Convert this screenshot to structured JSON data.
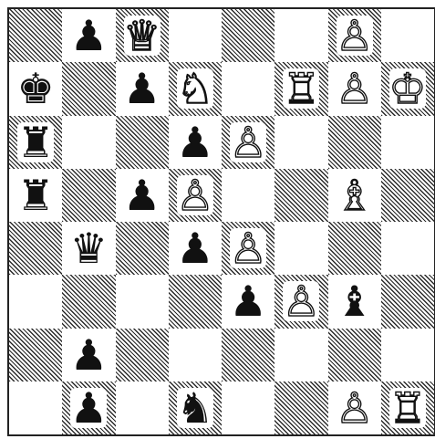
{
  "board": {
    "squares": [
      "dark",
      "light",
      "dark",
      "light",
      "dark",
      "light",
      "dark",
      "light",
      "light",
      "dark",
      "light",
      "dark",
      "light",
      "dark",
      "light",
      "dark",
      "dark",
      "light",
      "dark",
      "light",
      "dark",
      "light",
      "dark",
      "light",
      "light",
      "dark",
      "light",
      "dark",
      "light",
      "dark",
      "light",
      "dark",
      "dark",
      "light",
      "dark",
      "light",
      "dark",
      "light",
      "dark",
      "light",
      "light",
      "dark",
      "light",
      "dark",
      "light",
      "dark",
      "light",
      "dark",
      "dark",
      "light",
      "dark",
      "light",
      "dark",
      "light",
      "dark",
      "light",
      "light",
      "dark",
      "light",
      "dark",
      "light",
      "dark",
      "light",
      "dark"
    ],
    "pieces": [
      {
        "row": 0,
        "col": 1,
        "glyph": "♟",
        "color": "black",
        "name": "black-pawn-icon"
      },
      {
        "row": 0,
        "col": 2,
        "glyph": "♕",
        "color": "white",
        "name": "white-queen-icon"
      },
      {
        "row": 0,
        "col": 6,
        "glyph": "♙",
        "color": "white",
        "name": "white-pawn-icon"
      },
      {
        "row": 1,
        "col": 0,
        "glyph": "♚",
        "color": "black",
        "name": "black-king-icon"
      },
      {
        "row": 1,
        "col": 2,
        "glyph": "♟",
        "color": "black",
        "name": "black-pawn-icon"
      },
      {
        "row": 1,
        "col": 3,
        "glyph": "♘",
        "color": "white",
        "name": "white-knight-icon"
      },
      {
        "row": 1,
        "col": 5,
        "glyph": "♖",
        "color": "white",
        "name": "white-rook-icon"
      },
      {
        "row": 1,
        "col": 6,
        "glyph": "♙",
        "color": "white",
        "name": "white-pawn-icon"
      },
      {
        "row": 1,
        "col": 7,
        "glyph": "♔",
        "color": "white",
        "name": "white-king-icon"
      },
      {
        "row": 2,
        "col": 0,
        "glyph": "♜",
        "color": "black",
        "name": "black-rook-icon"
      },
      {
        "row": 2,
        "col": 3,
        "glyph": "♟",
        "color": "black",
        "name": "black-pawn-icon"
      },
      {
        "row": 2,
        "col": 4,
        "glyph": "♙",
        "color": "white",
        "name": "white-pawn-icon"
      },
      {
        "row": 3,
        "col": 0,
        "glyph": "♜",
        "color": "black",
        "name": "black-rook-icon"
      },
      {
        "row": 3,
        "col": 2,
        "glyph": "♟",
        "color": "black",
        "name": "black-pawn-icon"
      },
      {
        "row": 3,
        "col": 3,
        "glyph": "♙",
        "color": "white",
        "name": "white-pawn-icon"
      },
      {
        "row": 3,
        "col": 6,
        "glyph": "♗",
        "color": "white",
        "name": "white-bishop-icon"
      },
      {
        "row": 4,
        "col": 1,
        "glyph": "♛",
        "color": "black",
        "name": "black-queen-icon"
      },
      {
        "row": 4,
        "col": 3,
        "glyph": "♟",
        "color": "black",
        "name": "black-pawn-icon"
      },
      {
        "row": 4,
        "col": 4,
        "glyph": "♙",
        "color": "white",
        "name": "white-pawn-icon"
      },
      {
        "row": 5,
        "col": 4,
        "glyph": "♟",
        "color": "black",
        "name": "black-pawn-icon"
      },
      {
        "row": 5,
        "col": 5,
        "glyph": "♙",
        "color": "white",
        "name": "white-pawn-icon"
      },
      {
        "row": 5,
        "col": 6,
        "glyph": "♝",
        "color": "black",
        "name": "black-bishop-icon"
      },
      {
        "row": 6,
        "col": 1,
        "glyph": "♟",
        "color": "black",
        "name": "black-pawn-icon"
      },
      {
        "row": 7,
        "col": 1,
        "glyph": "♟",
        "color": "black",
        "name": "black-pawn-icon"
      },
      {
        "row": 7,
        "col": 3,
        "glyph": "♞",
        "color": "black",
        "name": "black-knight-icon"
      },
      {
        "row": 7,
        "col": 6,
        "glyph": "♙",
        "color": "white",
        "name": "white-pawn-icon"
      },
      {
        "row": 7,
        "col": 7,
        "glyph": "♖",
        "color": "white",
        "name": "white-rook-icon"
      }
    ]
  }
}
